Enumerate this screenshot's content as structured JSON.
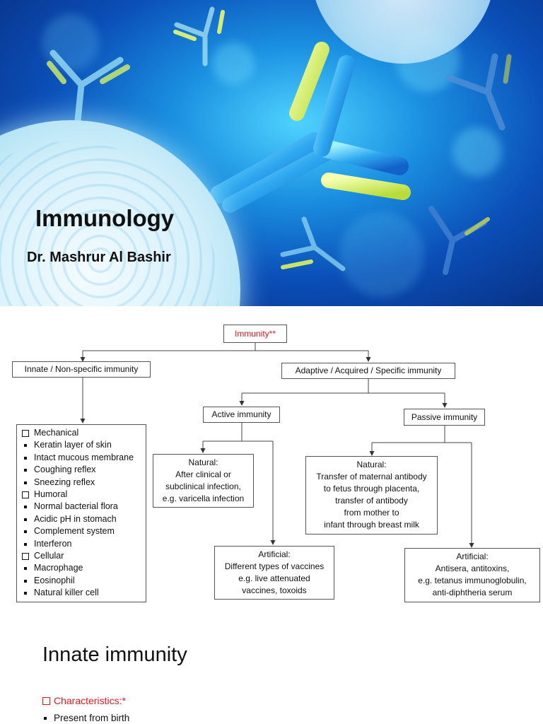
{
  "title_slide": {
    "title": "Immunology",
    "author": "Dr. Mashrur Al Bashir"
  },
  "flowchart": {
    "root": "Immunity**",
    "innate": {
      "label": "Innate / Non-specific immunity",
      "items": [
        {
          "kind": "category",
          "text": "Mechanical"
        },
        {
          "kind": "item",
          "text": "Keratin layer of skin"
        },
        {
          "kind": "item",
          "text": "Intact mucous membrane"
        },
        {
          "kind": "item",
          "text": "Coughing reflex"
        },
        {
          "kind": "item",
          "text": "Sneezing reflex"
        },
        {
          "kind": "category",
          "text": "Humoral"
        },
        {
          "kind": "item",
          "text": "Normal bacterial flora"
        },
        {
          "kind": "item",
          "text": "Acidic pH in stomach"
        },
        {
          "kind": "item",
          "text": "Complement system"
        },
        {
          "kind": "item",
          "text": "Interferon"
        },
        {
          "kind": "category",
          "text": "Cellular"
        },
        {
          "kind": "item",
          "text": "Macrophage"
        },
        {
          "kind": "item",
          "text": "Eosinophil"
        },
        {
          "kind": "item",
          "text": "Natural killer cell"
        }
      ]
    },
    "adaptive": {
      "label": "Adaptive / Acquired / Specific immunity",
      "active": {
        "label": "Active immunity",
        "natural": [
          "Natural:",
          "After clinical or",
          "subclinical infection,",
          "e.g. varicella infection"
        ],
        "artificial": [
          "Artificial:",
          "Different types of vaccines",
          "e.g. live attenuated",
          "vaccines, toxoids"
        ]
      },
      "passive": {
        "label": "Passive immunity",
        "natural": [
          "Natural:",
          "Transfer of maternal antibody",
          "to fetus through placenta,",
          "transfer of antibody",
          "from mother to",
          "infant through breast milk"
        ],
        "artificial": [
          "Artificial:",
          "Antisera, antitoxins,",
          "e.g. tetanus immunoglobulin,",
          "anti-diphtheria serum"
        ]
      }
    }
  },
  "innate_slide": {
    "title": "Innate immunity",
    "characteristics_label": "Characteristics:*",
    "bullets": [
      "Present from birth"
    ]
  }
}
